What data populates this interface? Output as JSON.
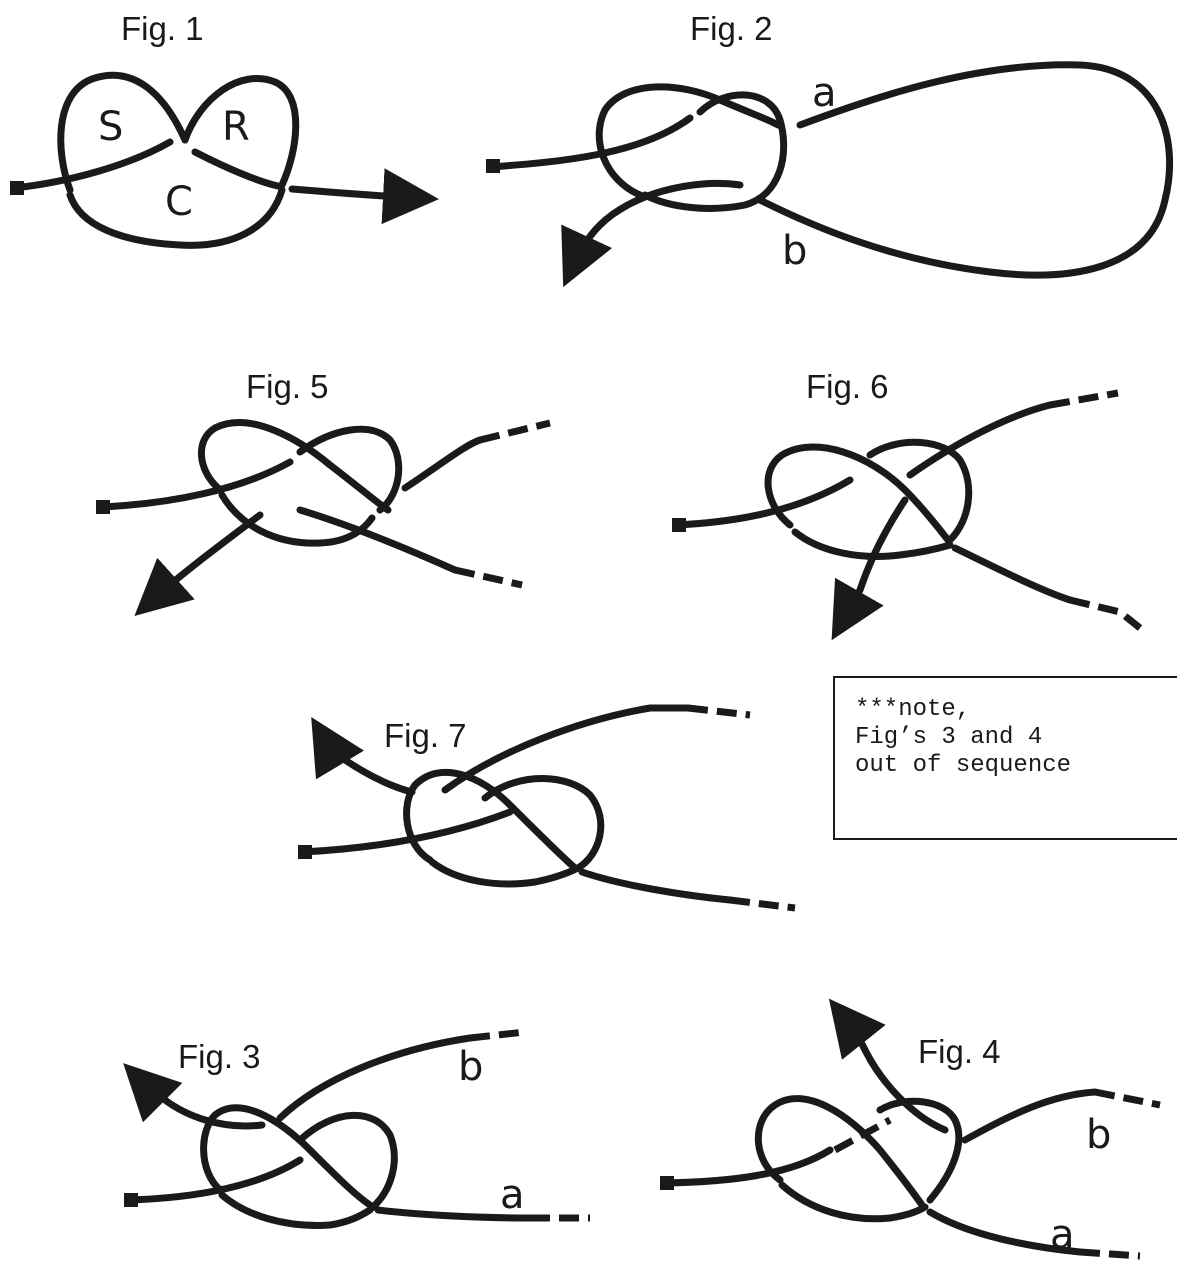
{
  "figures": {
    "fig1": {
      "title": "Fig. 1",
      "labels": {
        "s": "S",
        "r": "R",
        "c": "C"
      }
    },
    "fig2": {
      "title": "Fig. 2",
      "labels": {
        "a": "a",
        "b": "b"
      }
    },
    "fig3": {
      "title": "Fig. 3",
      "labels": {
        "a": "a",
        "b": "b"
      }
    },
    "fig4": {
      "title": "Fig. 4",
      "labels": {
        "a": "a",
        "b": "b"
      }
    },
    "fig5": {
      "title": "Fig. 5"
    },
    "fig6": {
      "title": "Fig. 6"
    },
    "fig7": {
      "title": "Fig. 7"
    }
  },
  "note": {
    "lines": [
      "***note,",
      "Fig’s 3 and 4",
      "out of sequence"
    ]
  },
  "colors": {
    "ink": "#1a1a1a",
    "paper": "#ffffff"
  }
}
